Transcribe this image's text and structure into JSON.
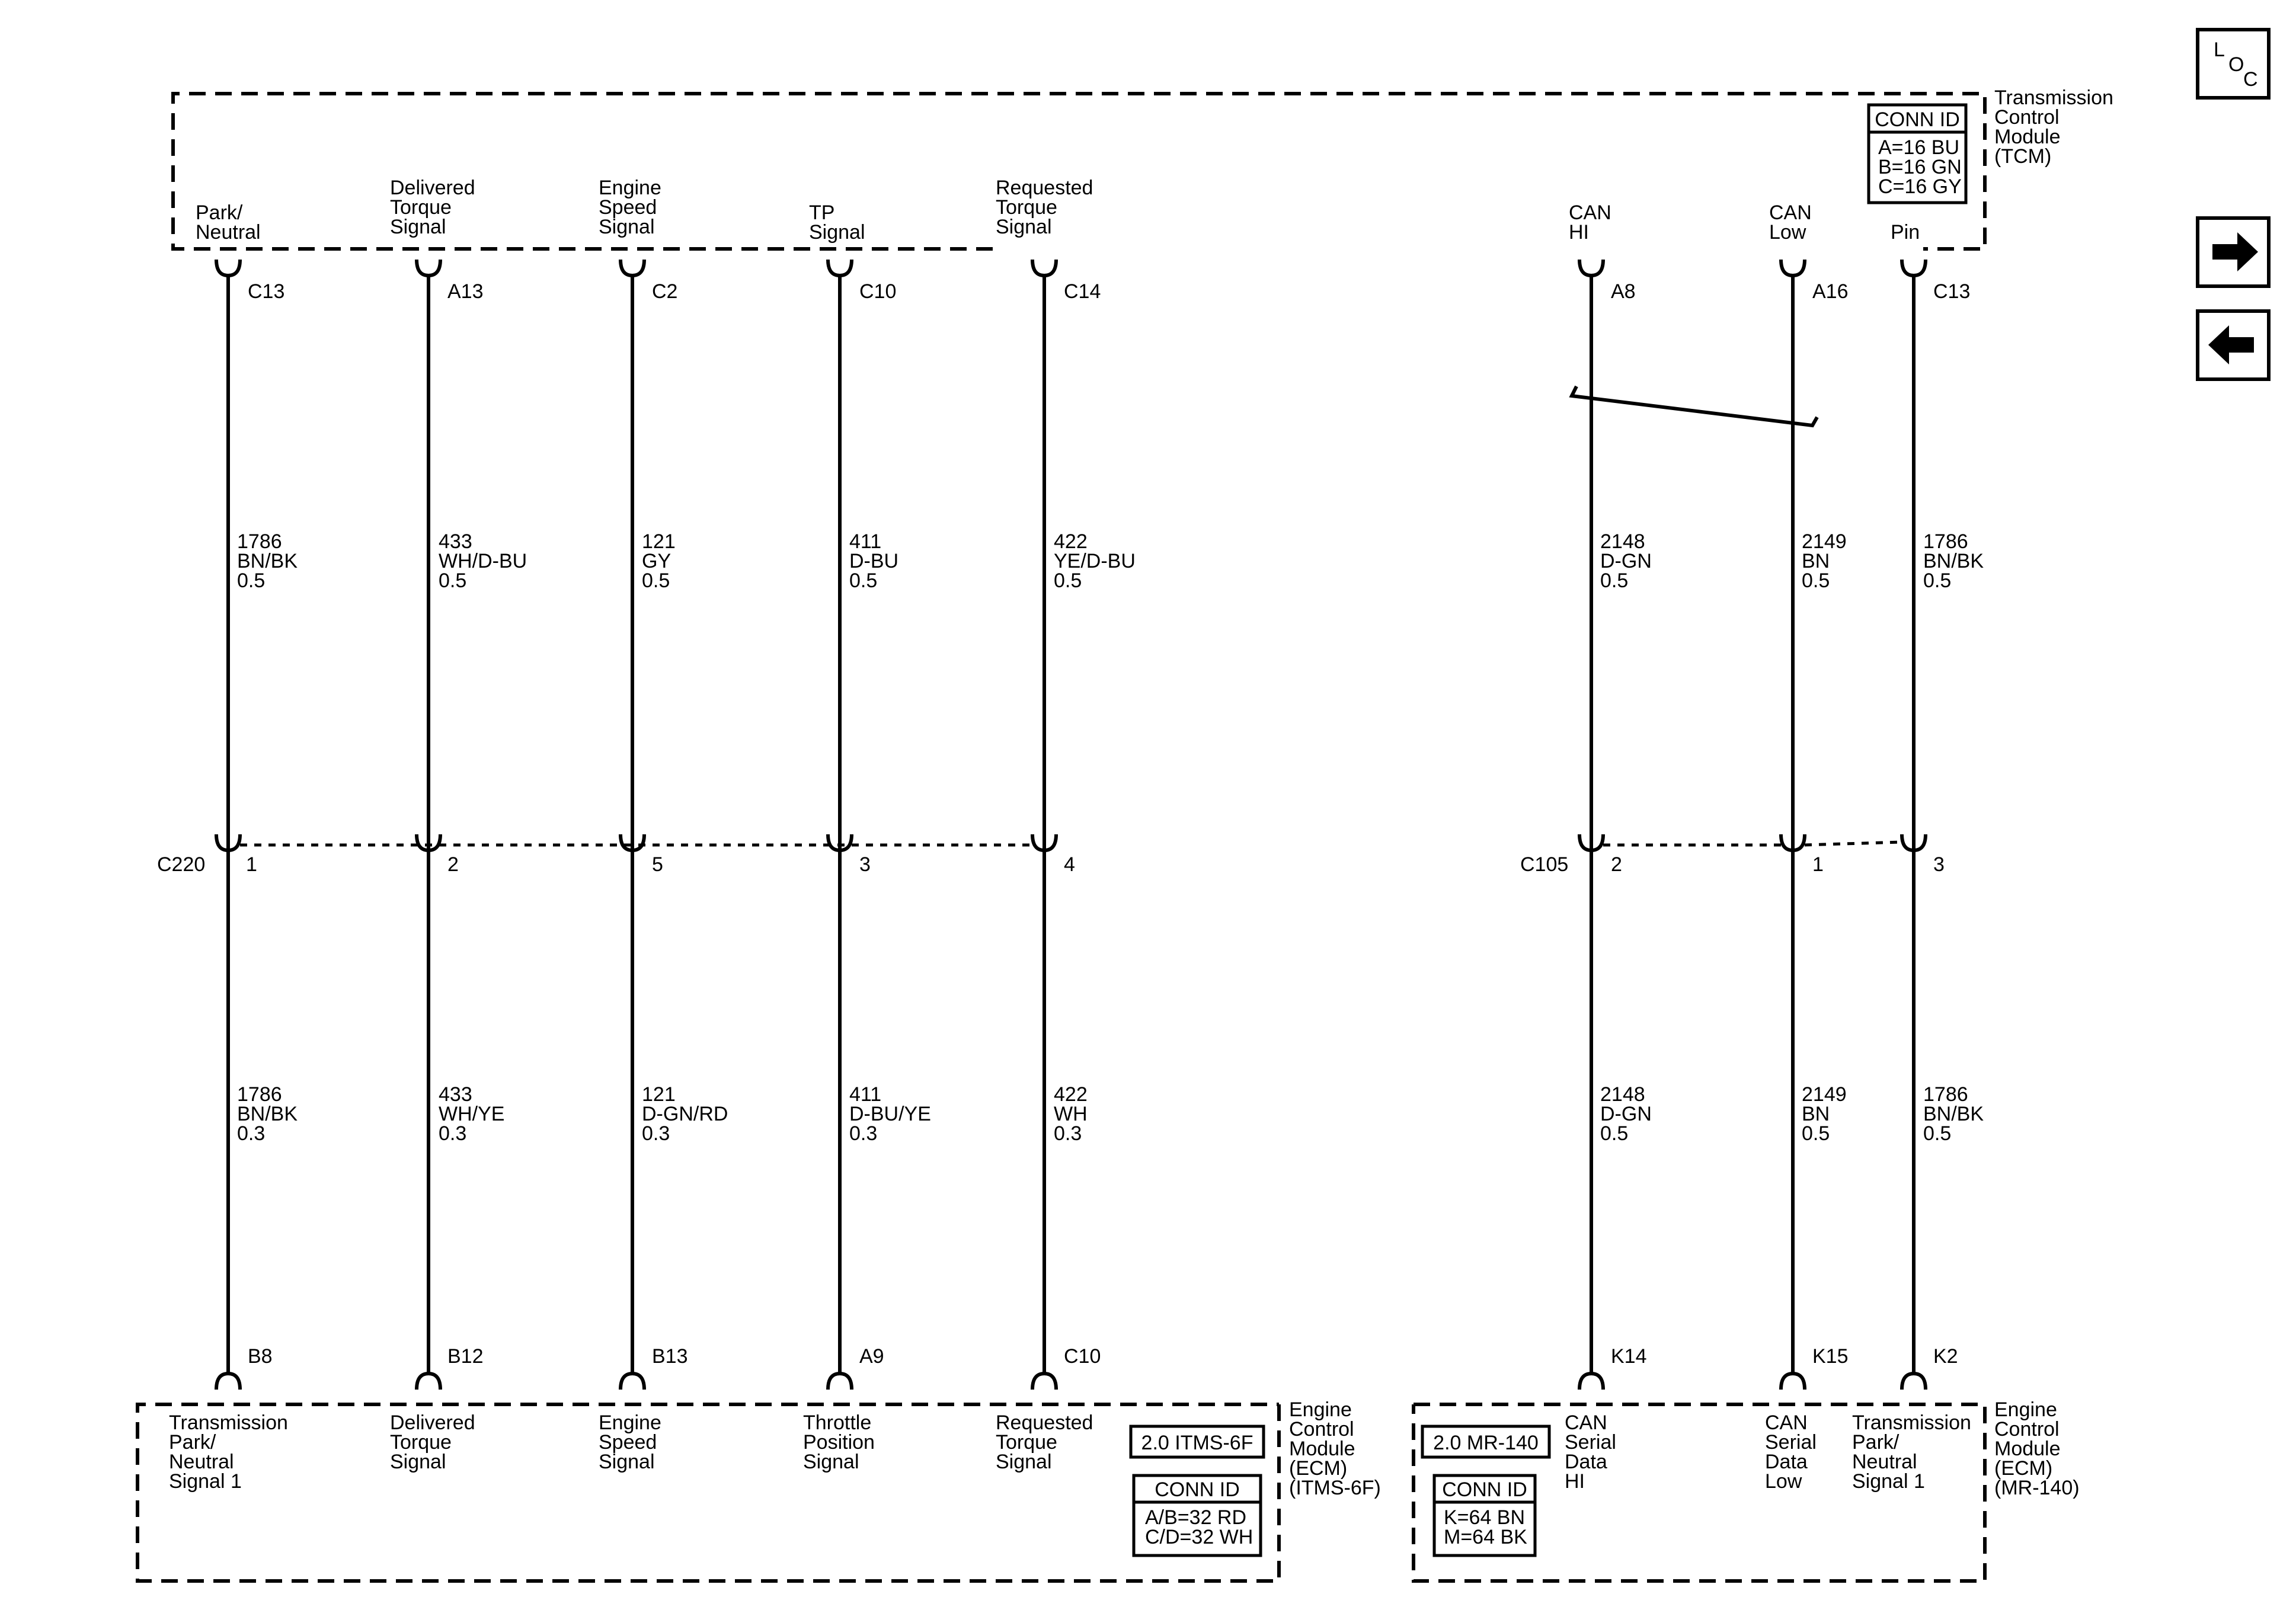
{
  "tcm": {
    "name_lines": [
      "Transmission",
      "Control",
      "Module",
      "(TCM)"
    ],
    "conn_title": "CONN ID",
    "conn_lines": [
      "A=16 BU",
      "B=16 GN",
      "C=16 GY"
    ],
    "pin_labels": [
      [
        "Park/",
        "Neutral"
      ],
      [
        "Delivered",
        "Torque",
        "Signal"
      ],
      [
        "Engine",
        "Speed",
        "Signal"
      ],
      [
        "TP",
        "Signal"
      ],
      [
        "Requested",
        "Torque",
        "Signal"
      ],
      [
        "CAN",
        "HI"
      ],
      [
        "CAN",
        "Low"
      ],
      [
        "Pin"
      ]
    ],
    "pins": [
      "C13",
      "A13",
      "C2",
      "C10",
      "C14",
      "A8",
      "A16",
      "C13"
    ]
  },
  "upper_wires": [
    [
      "1786",
      "BN/BK",
      "0.5"
    ],
    [
      "433",
      "WH/D-BU",
      "0.5"
    ],
    [
      "121",
      "GY",
      "0.5"
    ],
    [
      "411",
      "D-BU",
      "0.5"
    ],
    [
      "422",
      "YE/D-BU",
      "0.5"
    ],
    [
      "2148",
      "D-GN",
      "0.5"
    ],
    [
      "2149",
      "BN",
      "0.5"
    ],
    [
      "1786",
      "BN/BK",
      "0.5"
    ]
  ],
  "inline_connectors": [
    {
      "name": "C220",
      "pins": [
        "1",
        "2",
        "5",
        "3",
        "4"
      ]
    },
    {
      "name": "C105",
      "pins": [
        "2",
        "1",
        "3"
      ]
    }
  ],
  "lower_wires": [
    [
      "1786",
      "BN/BK",
      "0.3"
    ],
    [
      "433",
      "WH/YE",
      "0.3"
    ],
    [
      "121",
      "D-GN/RD",
      "0.3"
    ],
    [
      "411",
      "D-BU/YE",
      "0.3"
    ],
    [
      "422",
      "WH",
      "0.3"
    ],
    [
      "2148",
      "D-GN",
      "0.5"
    ],
    [
      "2149",
      "BN",
      "0.5"
    ],
    [
      "1786",
      "BN/BK",
      "0.5"
    ]
  ],
  "ecm_pins": [
    "B8",
    "B12",
    "B13",
    "A9",
    "C10",
    "K14",
    "K15",
    "K2"
  ],
  "ecm_itms": {
    "name_lines": [
      "Engine",
      "Control",
      "Module",
      "(ECM)",
      "(ITMS-6F)"
    ],
    "variant": "2.0 ITMS-6F",
    "conn_title": "CONN ID",
    "conn_lines": [
      "A/B=32 RD",
      "C/D=32 WH"
    ],
    "pin_labels": [
      [
        "Transmission",
        "Park/",
        "Neutral",
        "Signal 1"
      ],
      [
        "Delivered",
        "Torque",
        "Signal"
      ],
      [
        "Engine",
        "Speed",
        "Signal"
      ],
      [
        "Throttle",
        "Position",
        "Signal"
      ],
      [
        "Requested",
        "Torque",
        "Signal"
      ]
    ]
  },
  "ecm_mr": {
    "name_lines": [
      "Engine",
      "Control",
      "Module",
      "(ECM)",
      "(MR-140)"
    ],
    "variant": "2.0 MR-140",
    "conn_title": "CONN ID",
    "conn_lines": [
      "K=64 BN",
      "M=64 BK"
    ],
    "pin_labels": [
      [
        "CAN",
        "Serial",
        "Data",
        "HI"
      ],
      [
        "CAN",
        "Serial",
        "Data",
        "Low"
      ],
      [
        "Transmission",
        "Park/",
        "Neutral",
        "Signal 1"
      ]
    ]
  },
  "nav": {
    "loc_letters": [
      "L",
      "O",
      "C"
    ],
    "forward_icon": "arrow-right-icon",
    "back_icon": "arrow-left-icon"
  }
}
